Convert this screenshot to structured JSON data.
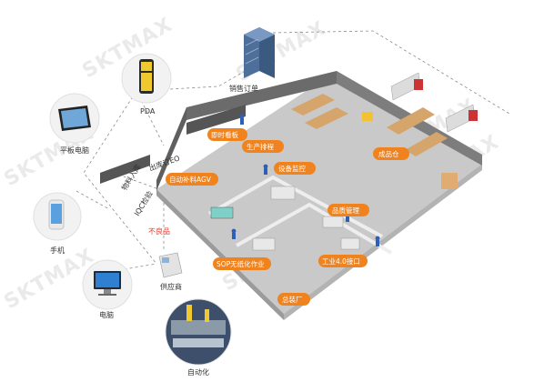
{
  "watermark": "SKTMAX",
  "devices": {
    "pda": "PDA",
    "tablet": "平板电脑",
    "phone": "手机",
    "computer": "电脑",
    "supplier": "供应商",
    "automation": "自动化"
  },
  "order_label": "销售订单",
  "floor_labels": {
    "inbound": "物料入库",
    "iqc": "IQC检验",
    "defective": "不良品",
    "eo": "出库订EO"
  },
  "modules": {
    "realtime_board": "即时看板",
    "production_schedule": "生产排程",
    "auto_agv": "自动补料AGV",
    "equipment_monitor": "设备监控",
    "quality_mgmt": "品质管理",
    "finished_goods": "成品仓",
    "sop": "SOP无纸化作业",
    "industry_api": "工业4.0接口",
    "assembly": "总装厂"
  },
  "colors": {
    "accent": "#f0831e",
    "defect_red": "#e43a2e",
    "floor": "#c9c9c9",
    "wall": "#6b6b6b"
  }
}
